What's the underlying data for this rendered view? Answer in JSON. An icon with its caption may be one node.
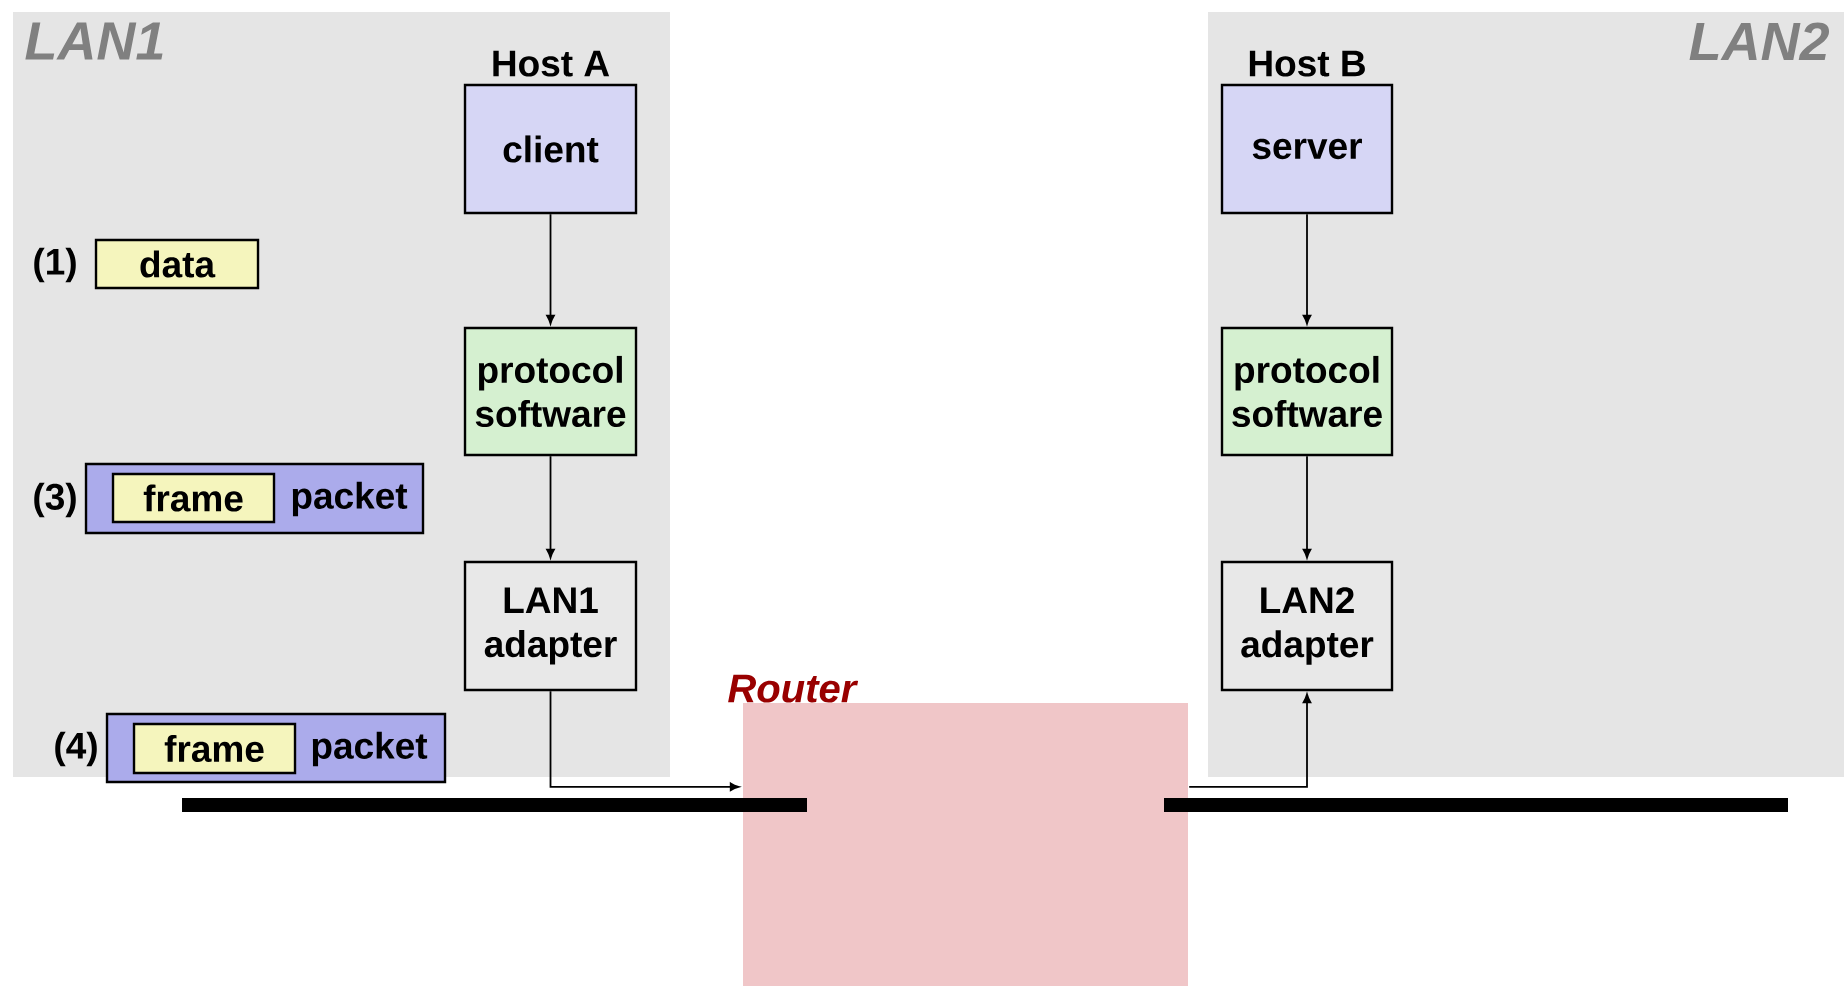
{
  "diagram": {
    "nodes": [
      {
        "text": [
          "LAN1"
        ]
      },
      {
        "text": [
          "Host A",
          "client"
        ],
        "in": 0
      },
      {
        "text": [
          "protocol software"
        ],
        "in": 0
      },
      {
        "text": [
          "LAN1 adapter"
        ],
        "in": 0
      },
      {
        "text": [
          "data"
        ],
        "beside": [
          "(1)"
        ],
        "in": 0
      },
      {
        "text": [
          "packet"
        ],
        "beside": [
          "(3)"
        ],
        "in": 0
      },
      {
        "text": [
          "frame"
        ],
        "in": 5
      },
      {
        "text": [
          "packet"
        ],
        "beside": [
          "(4)"
        ],
        "in": 0
      },
      {
        "text": [
          "frame"
        ],
        "in": 7
      },
      {
        "text": [
          "Router"
        ]
      },
      {
        "text": [
          "LAN2"
        ]
      },
      {
        "text": [
          "Host B",
          "server"
        ],
        "in": 10
      },
      {
        "text": [
          "protocol software"
        ],
        "in": 10
      },
      {
        "text": [
          "LAN2 adapter"
        ],
        "in": 10
      },
      {
        "text": [],
        "shape": "bar"
      },
      {
        "text": [],
        "shape": "bar"
      }
    ],
    "edges": [
      {
        "from": 1,
        "to": 2,
        "arrow": "to"
      },
      {
        "from": 2,
        "to": 3,
        "arrow": "to"
      },
      {
        "from": 3,
        "to": 9,
        "arrow": "to"
      },
      {
        "from": 9,
        "to": 13,
        "arrow": "to"
      },
      {
        "from": 11,
        "to": 12,
        "arrow": "to"
      },
      {
        "from": 12,
        "to": 13,
        "arrow": "to"
      }
    ]
  }
}
